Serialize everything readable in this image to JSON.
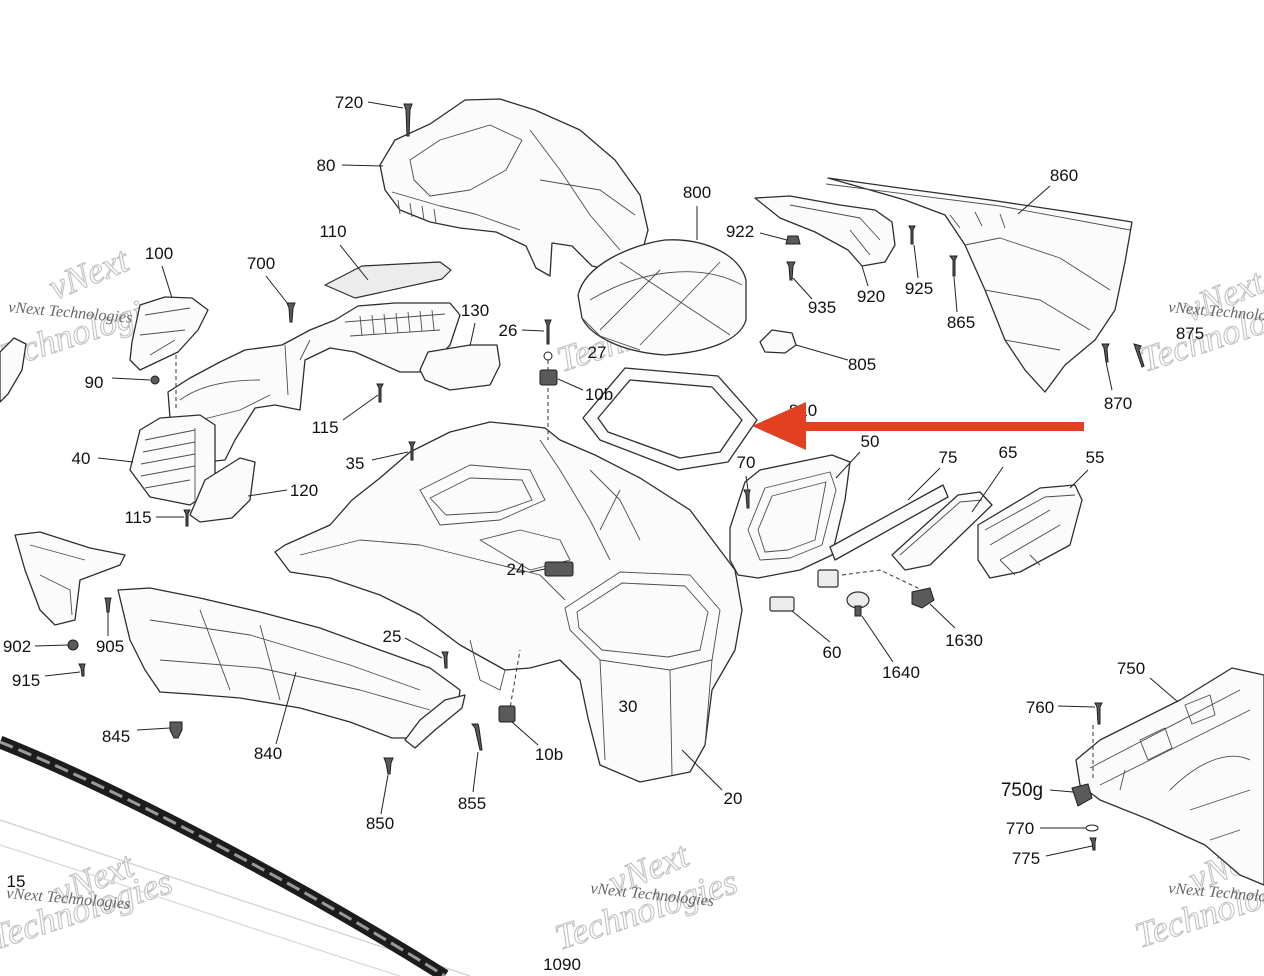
{
  "diagram": {
    "callouts": [
      "720",
      "80",
      "800",
      "860",
      "922",
      "110",
      "100",
      "700",
      "920",
      "925",
      "935",
      "865",
      "875",
      "130",
      "26",
      "27",
      "805",
      "90",
      "10b",
      "115",
      "870",
      "810",
      "50",
      "35",
      "40",
      "70",
      "75",
      "65",
      "55",
      "120",
      "115",
      "24",
      "902",
      "905",
      "60",
      "1640",
      "1630",
      "25",
      "915",
      "750",
      "30",
      "760",
      "845",
      "840",
      "10b",
      "20",
      "750g",
      "855",
      "850",
      "770",
      "775",
      "15",
      "1090"
    ],
    "watermark": {
      "small": "vNext Technologies",
      "large_top": "vNext",
      "large_bottom": "Technologies"
    },
    "colors": {
      "annotation_arrow": "#e2401f",
      "linework": "#2e2e2e"
    }
  }
}
